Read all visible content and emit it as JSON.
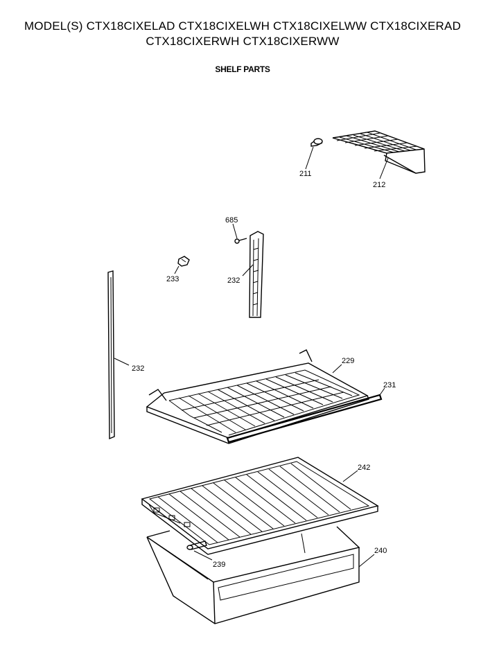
{
  "header": {
    "models_line_1": "MODEL(S) CTX18CIXELAD  CTX18CIXELWH  CTX18CIXELWW  CTX18CIXERAD",
    "models_line_2": "CTX18CIXERWH  CTX18CIXERWW",
    "section_title": "SHELF PARTS"
  },
  "parts": {
    "p211": "211",
    "p212": "212",
    "p685": "685",
    "p233": "233",
    "p232_upper": "232",
    "p232_left": "232",
    "p229": "229",
    "p231": "231",
    "p242": "242",
    "p239": "239",
    "p240": "240"
  }
}
